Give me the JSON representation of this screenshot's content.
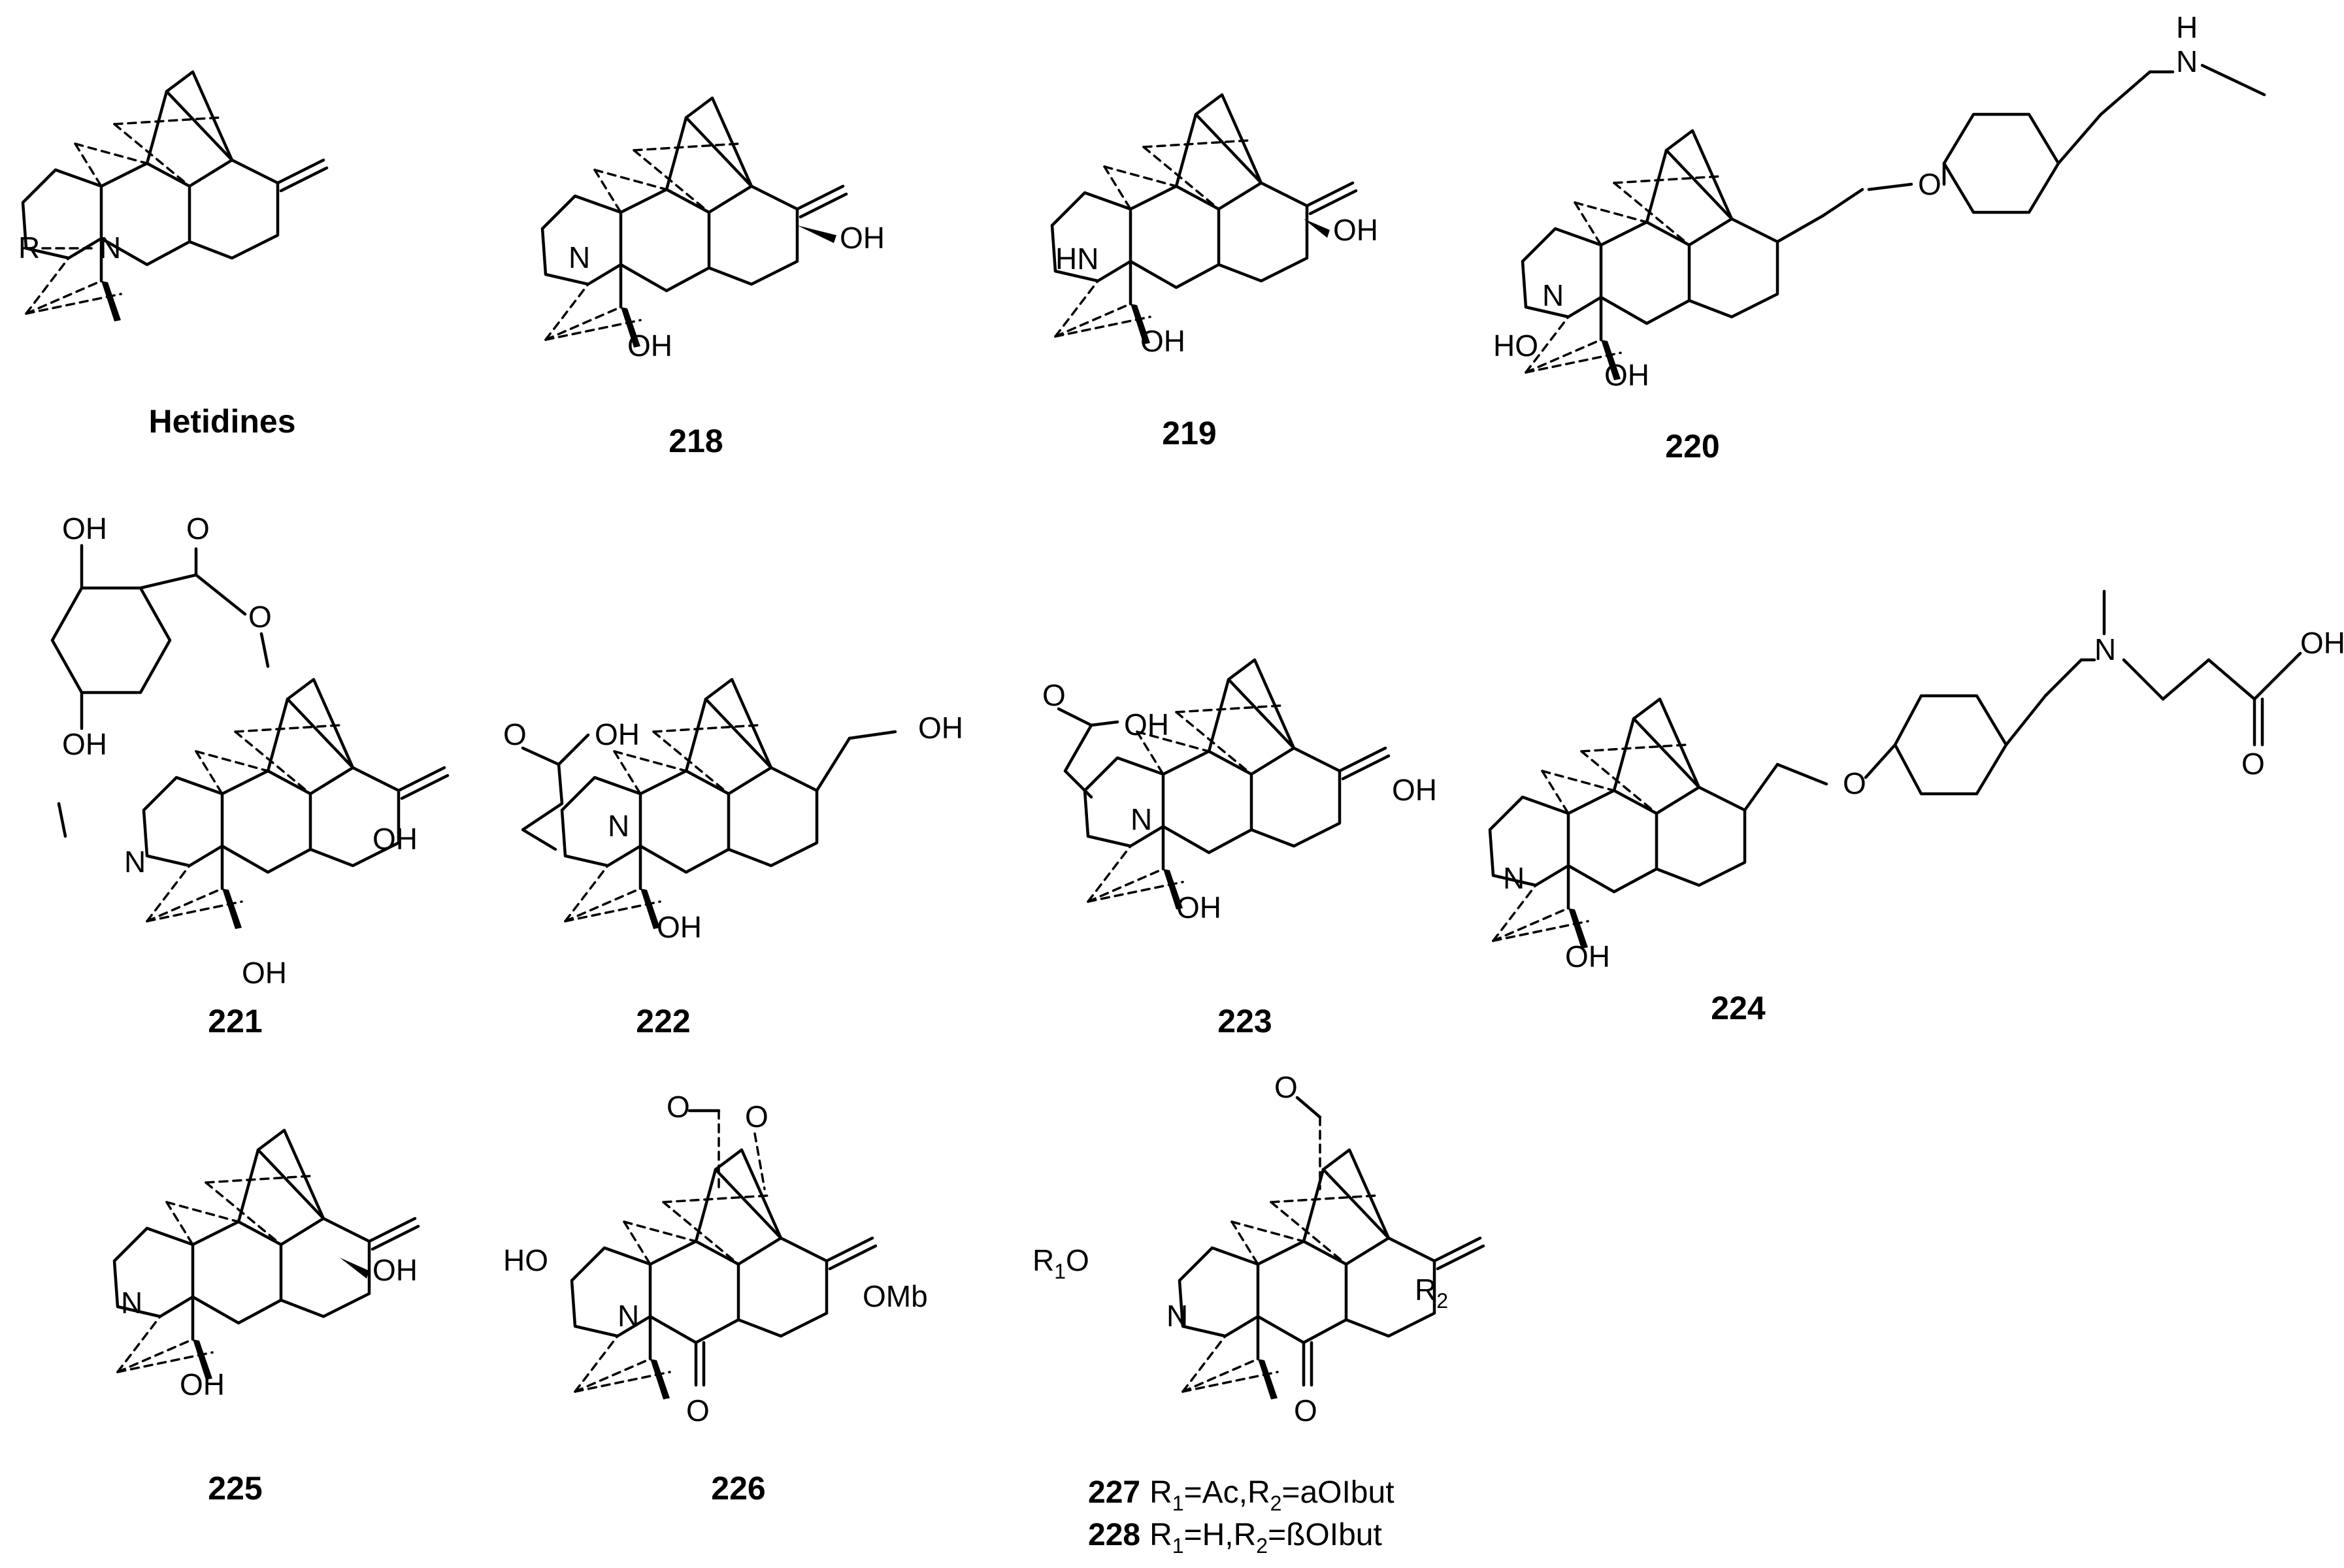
{
  "figure": {
    "compounds": [
      {
        "id": "hetidines",
        "label": "Hetidines",
        "atoms": {
          "n": "N",
          "r": "R"
        }
      },
      {
        "id": "c218",
        "label": "218",
        "atoms": {
          "n": "N",
          "oh1": "OH",
          "oh2": "OH"
        }
      },
      {
        "id": "c219",
        "label": "219",
        "atoms": {
          "n": "HN",
          "oh1": "OH",
          "oh2": "OH"
        }
      },
      {
        "id": "c220",
        "label": "220",
        "atoms": {
          "n": "N",
          "oh1": "HO",
          "oh2": "OH",
          "o": "O",
          "nh": "N",
          "h": "H"
        }
      },
      {
        "id": "c221",
        "label": "221",
        "atoms": {
          "oh1": "OH",
          "oh2": "OH",
          "o1": "O",
          "o2": "O",
          "n": "N",
          "oh3": "OH",
          "oh4": "OH"
        }
      },
      {
        "id": "c222",
        "label": "222",
        "atoms": {
          "o": "O",
          "cooh": "OH",
          "n": "N",
          "oh1": "OH",
          "oh2": "OH"
        }
      },
      {
        "id": "c223",
        "label": "223",
        "atoms": {
          "o": "O",
          "cooh": "OH",
          "n": "N",
          "oh1": "OH",
          "oh2": "OH"
        }
      },
      {
        "id": "c224",
        "label": "224",
        "atoms": {
          "n": "N",
          "oh1": "OH",
          "o": "O",
          "n2": "N",
          "cooh": "OH",
          "o2": "O"
        }
      },
      {
        "id": "c225",
        "label": "225",
        "atoms": {
          "n": "N",
          "oh1": "OH",
          "oh2": "OH"
        }
      },
      {
        "id": "c226",
        "label": "226",
        "atoms": {
          "o1": "O",
          "o2": "O",
          "ho": "HO",
          "n": "N",
          "omb": "OMb",
          "o3": "O"
        }
      },
      {
        "id": "c227",
        "label": "227",
        "atoms": {
          "o1": "O",
          "r1o": "R",
          "r1sub": "1",
          "r1o2": "O",
          "n": "N",
          "r2": "R",
          "r2sub": "2",
          "o3": "O"
        }
      }
    ],
    "substituent_lines": [
      {
        "id": "l227",
        "number": "227",
        "r1": "R",
        "s1": "1",
        "t1": "=Ac,R",
        "s2": "2",
        "t2": "=aOIbut"
      },
      {
        "id": "l228",
        "number": "228",
        "r1": "R",
        "s1": "1",
        "t1": "=H,R",
        "s2": "2",
        "t2": "=ßOIbut"
      }
    ]
  }
}
